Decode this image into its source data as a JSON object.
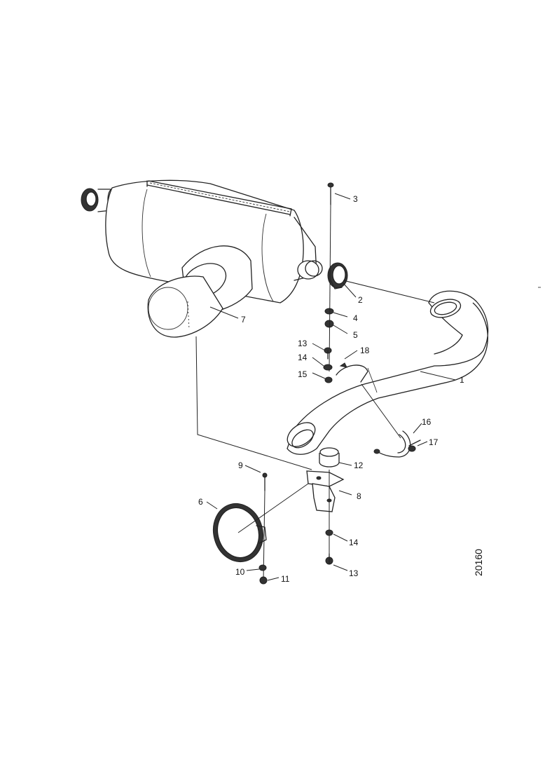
{
  "diagram": {
    "callouts": {
      "c1": "1",
      "c2": "2",
      "c3": "3",
      "c4": "4",
      "c5": "5",
      "c6": "6",
      "c7": "7",
      "c8": "8",
      "c9": "9",
      "c10": "10",
      "c11": "11",
      "c12": "12",
      "c13a": "13",
      "c13b": "13",
      "c14a": "14",
      "c14b": "14",
      "c15": "15",
      "c16": "16",
      "c17": "17",
      "c18": "18"
    },
    "reference_number": "20160"
  }
}
